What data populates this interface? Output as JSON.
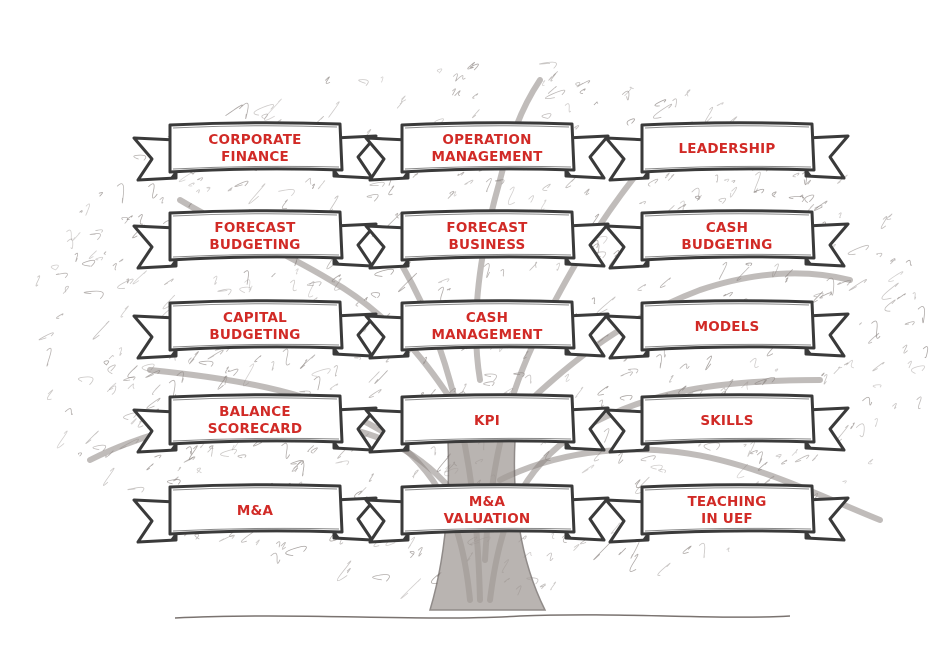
{
  "banner_color": "#d12a26",
  "outline_color": "#3a3a3a",
  "tree_color": "#8a8380",
  "banners": [
    {
      "row": 0,
      "col": 0,
      "text": "CORPORATE\nFINANCE"
    },
    {
      "row": 0,
      "col": 1,
      "text": "OPERATION\nMANAGEMENT"
    },
    {
      "row": 0,
      "col": 2,
      "text": "LEADERSHIP"
    },
    {
      "row": 1,
      "col": 0,
      "text": "FORECAST\nBUDGETING"
    },
    {
      "row": 1,
      "col": 1,
      "text": "FORECAST\nBUSINESS"
    },
    {
      "row": 1,
      "col": 2,
      "text": "CASH\nBUDGETING"
    },
    {
      "row": 2,
      "col": 0,
      "text": "CAPITAL\nBUDGETING"
    },
    {
      "row": 2,
      "col": 1,
      "text": "CASH\nMANAGEMENT"
    },
    {
      "row": 2,
      "col": 2,
      "text": "MODELS"
    },
    {
      "row": 3,
      "col": 0,
      "text": "BALANCE\nSCORECARD"
    },
    {
      "row": 3,
      "col": 1,
      "text": "KPI"
    },
    {
      "row": 3,
      "col": 2,
      "text": "SKILLS"
    },
    {
      "row": 4,
      "col": 0,
      "text": "M&A"
    },
    {
      "row": 4,
      "col": 1,
      "text": "M&A\nVALUATION"
    },
    {
      "row": 4,
      "col": 2,
      "text": "TEACHING\nIN UEF"
    }
  ]
}
